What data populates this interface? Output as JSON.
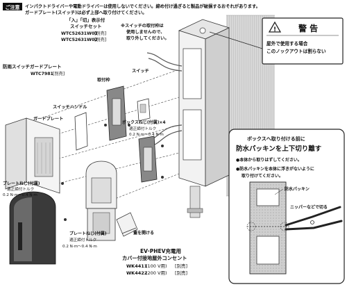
{
  "notice": {
    "tag": "ご注意",
    "line1": "インパクトドライバーや電動ドライバーは使用しないでください。締め付け過ぎると製品が破損するおそれがあります。",
    "line2": "ガードプレート(スイッチ)は必ず上部へ取り付けてください。"
  },
  "warning": {
    "title": "警 告",
    "body_line1": "屋外で使用する場合",
    "body_line2": "このノックアウトは割らない"
  },
  "labels": {
    "switch_set_title": "「入」「切」表示付",
    "switch_set_title2": "スイッチセット",
    "switch_set_model1": "WTC52631W01",
    "switch_set_model1_note": "[別売]",
    "switch_set_model2": "WTC52631W02",
    "switch_set_model2_note": "[別売]",
    "switch_frame_note1": "※スイッチの取付枠は",
    "switch_frame_note2": "使用しませんので、",
    "switch_frame_note3": "取り外してください。",
    "guard_plate_title": "防雨スイッチガードプレート",
    "guard_plate_model": "WTC7981",
    "guard_plate_model_note": "[別売]",
    "switch": "スイッチ",
    "frame": "取付枠",
    "switch_handle": "スイッチハンドル",
    "guard_plate": "ガードプレート",
    "box_screw": "ボックスねじ(付属)×4",
    "box_screw_torque1": "適正締付トルク",
    "box_screw_torque2": "0.2 N·m〜0.4 N·m",
    "plate_screw": "プレートねじ(付属)",
    "plate_screw_torque1": "適正締付トルク",
    "plate_screw_torque2": "0.2 N·m〜0.4 N·m",
    "plate_screw2": "プレートねじ(付属)",
    "plate_screw2_torque1": "適正締付トルク",
    "plate_screw2_torque2": "0.2 N·m〜0.4 N·m",
    "open_lid": "蓋を開ける",
    "ev_title1": "EV·PHEV充電用",
    "ev_title2": "カバー付接地屋外コンセント",
    "ev_model1": "WK4411",
    "ev_model1_spec": "(100 V用)",
    "ev_model1_note": "[別売]",
    "ev_model2": "WK4422",
    "ev_model2_spec": "(200 V用)",
    "ev_model2_note": "[別売]"
  },
  "packing_panel": {
    "title1": "ボックスへ取り付ける前に",
    "title2": "防水パッキンを上下切り離す",
    "bullet1": "●本体から取りはずしてください。",
    "bullet2": "●防水パッキンを本体に浮きがないように",
    "bullet2b": "取り付けてください。",
    "packing_label": "防水パッキン",
    "nipper_label": "ニッパーなどで切る"
  },
  "icons": {
    "warning": "warning-triangle-icon",
    "packing_title_icon": "arrow-icon"
  }
}
